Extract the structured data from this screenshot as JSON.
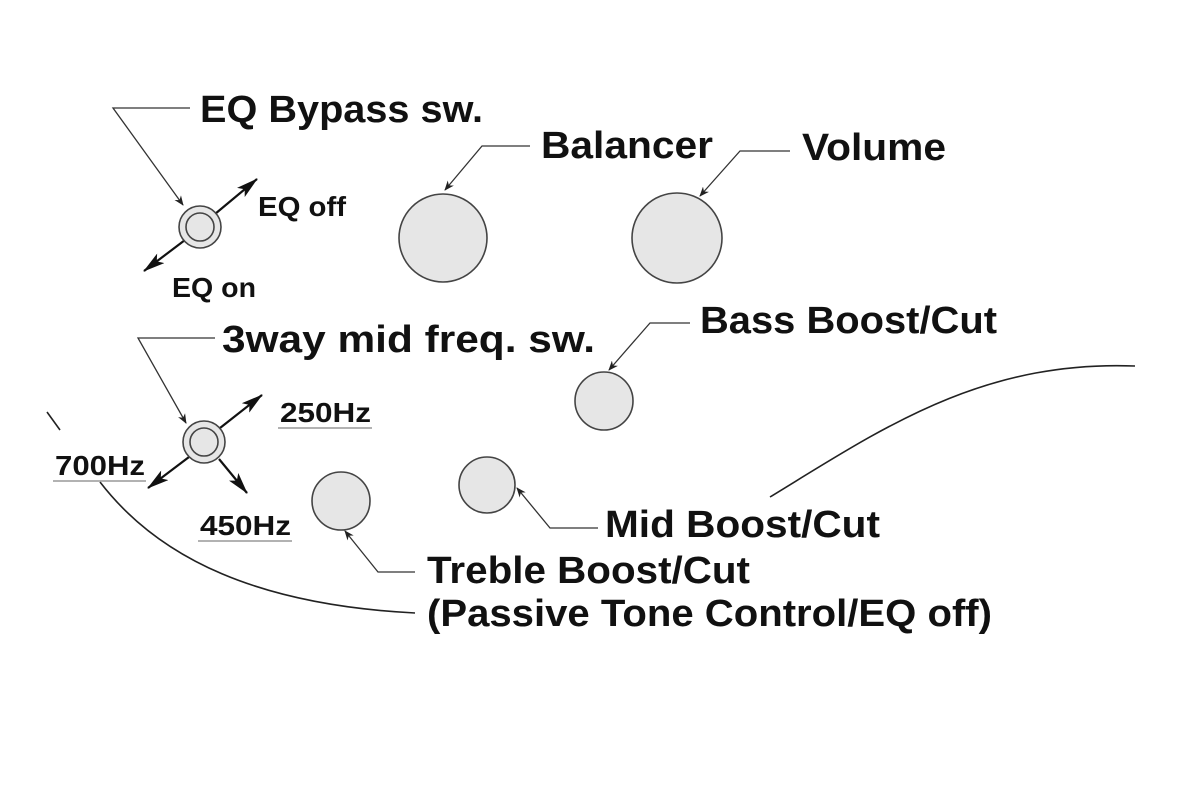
{
  "labels": {
    "eq_bypass": "EQ Bypass sw.",
    "eq_off": "EQ off",
    "eq_on": "EQ on",
    "balancer": "Balancer",
    "volume": "Volume",
    "mid_freq_switch": "3way mid freq. sw.",
    "bass": "Bass Boost/Cut",
    "freq_250": "250Hz",
    "freq_700": "700Hz",
    "freq_450": "450Hz",
    "mid": "Mid Boost/Cut",
    "treble": "Treble Boost/Cut",
    "treble_note": "(Passive Tone Control/EQ off)"
  },
  "colors": {
    "knob_fill": "#e6e6e6",
    "text": "#111111"
  }
}
